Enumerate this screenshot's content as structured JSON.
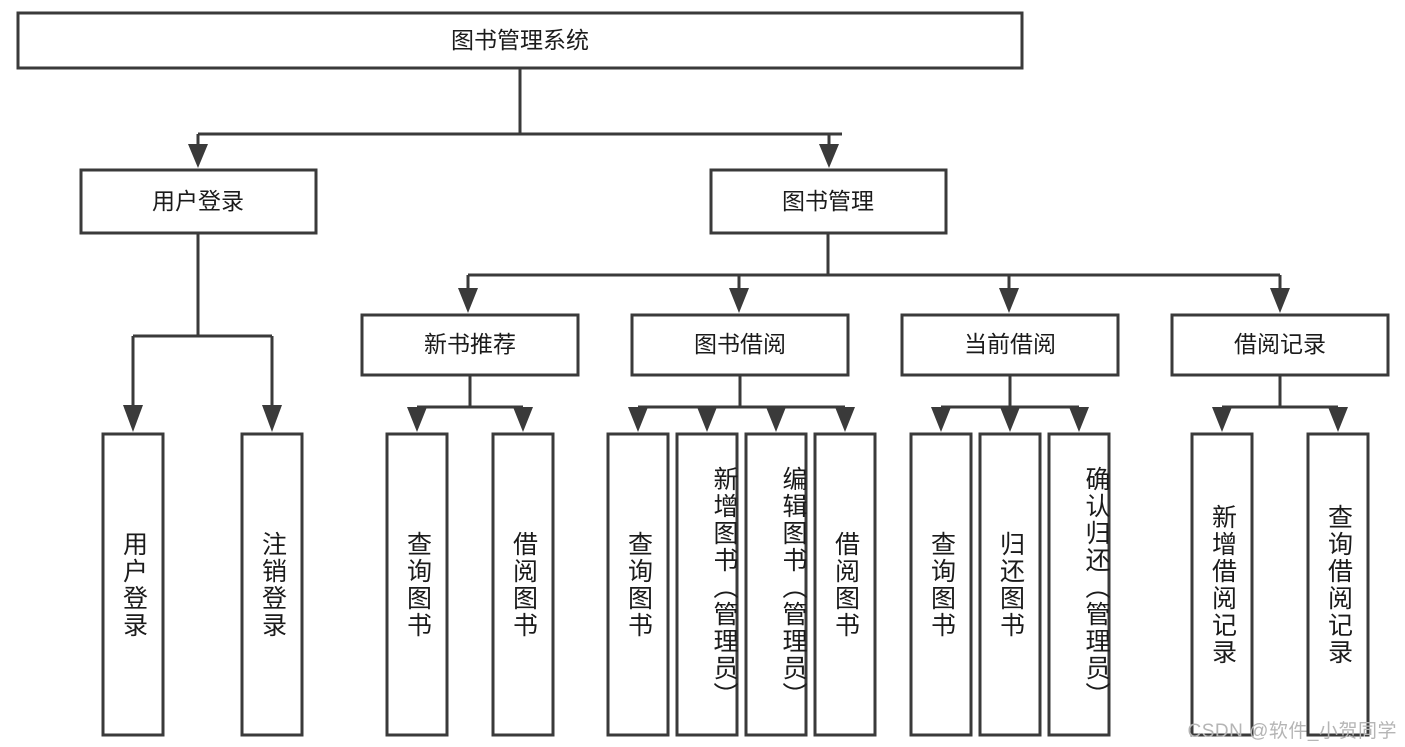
{
  "diagram": {
    "title": "图书管理系统",
    "watermark": "CSDN @软件_小贺同学",
    "accent_color": "#3a3a3a",
    "background_color": "#ffffff",
    "text_color": "#1b1b1b",
    "levels": {
      "root": {
        "label": "图书管理系统"
      },
      "level2": [
        {
          "label": "用户登录"
        },
        {
          "label": "图书管理"
        }
      ],
      "level3": [
        {
          "label": "新书推荐"
        },
        {
          "label": "图书借阅"
        },
        {
          "label": "当前借阅"
        },
        {
          "label": "借阅记录"
        }
      ],
      "leaves": {
        "user_login": [
          {
            "label": "用户登录"
          },
          {
            "label": "注销登录"
          }
        ],
        "new_book": [
          {
            "label": "查询图书"
          },
          {
            "label": "借阅图书"
          }
        ],
        "book_borrow": [
          {
            "label": "查询图书"
          },
          {
            "label": "新增图书（管理员）"
          },
          {
            "label": "编辑图书（管理员）"
          },
          {
            "label": "借阅图书"
          }
        ],
        "current_borrow": [
          {
            "label": "查询图书"
          },
          {
            "label": "归还图书"
          },
          {
            "label": "确认归还（管理员）"
          }
        ],
        "borrow_record": [
          {
            "label": "新增借阅记录"
          },
          {
            "label": "查询借阅记录"
          }
        ]
      }
    }
  },
  "chart_data": {
    "type": "table",
    "title": "图书管理系统",
    "xlabel": "",
    "ylabel": "",
    "categories": [
      "用户登录",
      "图书管理"
    ],
    "series": [
      {
        "name": "用户登录",
        "values": [
          "用户登录",
          "注销登录"
        ]
      },
      {
        "name": "图书管理 / 新书推荐",
        "values": [
          "查询图书",
          "借阅图书"
        ]
      },
      {
        "name": "图书管理 / 图书借阅",
        "values": [
          "查询图书",
          "新增图书（管理员）",
          "编辑图书（管理员）",
          "借阅图书"
        ]
      },
      {
        "name": "图书管理 / 当前借阅",
        "values": [
          "查询图书",
          "归还图书",
          "确认归还（管理员）"
        ]
      },
      {
        "name": "图书管理 / 借阅记录",
        "values": [
          "新增借阅记录",
          "查询借阅记录"
        ]
      }
    ]
  }
}
